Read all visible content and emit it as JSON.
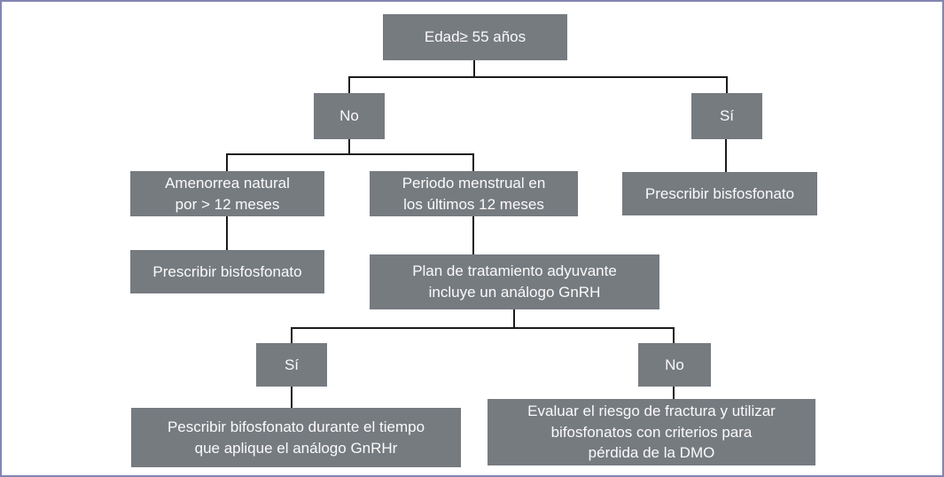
{
  "diagram": {
    "type": "flowchart",
    "language": "es",
    "colors": {
      "box_fill": "#767b80",
      "box_text": "#fafafa",
      "connector": "#1b1b1b",
      "frame_border": "#8285b2",
      "background": "#ffffff"
    },
    "nodes": {
      "root": {
        "label": "Edad≥ 55 años"
      },
      "branch_no": {
        "label": "No"
      },
      "branch_si": {
        "label": "Sí"
      },
      "amenorrea": {
        "label": "Amenorrea natural\npor > 12 meses"
      },
      "periodo": {
        "label": "Periodo menstrual en\nlos últimos 12 meses"
      },
      "prescribir_derecha": {
        "label": "Prescribir bisfosfonato"
      },
      "prescribir_izquierda": {
        "label": "Prescribir bisfosfonato"
      },
      "plan_gnrh": {
        "label": "Plan de tratamiento adyuvante\nincluye un análogo GnRH"
      },
      "plan_si": {
        "label": "Sí"
      },
      "plan_no": {
        "label": "No"
      },
      "pescribir_gnrhr": {
        "label": "Pescribir bifosfonato durante el tiempo\nque aplique el análogo GnRHr"
      },
      "evaluar_riesgo": {
        "label": "Evaluar el riesgo de fractura y utilizar\nbifosfonatos con criterios para\npérdida de la DMO"
      }
    }
  }
}
